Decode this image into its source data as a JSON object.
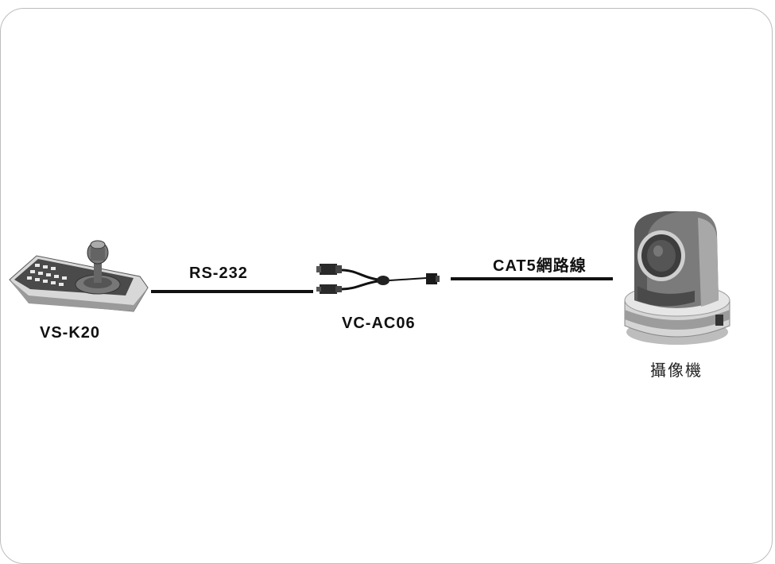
{
  "diagram": {
    "keyboard_label": "VS-K20",
    "rs232_label": "RS-232",
    "adapter_label": "VC-AC06",
    "cat5_label": "CAT5網路線",
    "camera_label": "攝像機"
  },
  "icons": {
    "keyboard": "ptz-keyboard-controller-icon",
    "adapter": "adapter-cable-icon",
    "camera": "ptz-camera-icon"
  }
}
